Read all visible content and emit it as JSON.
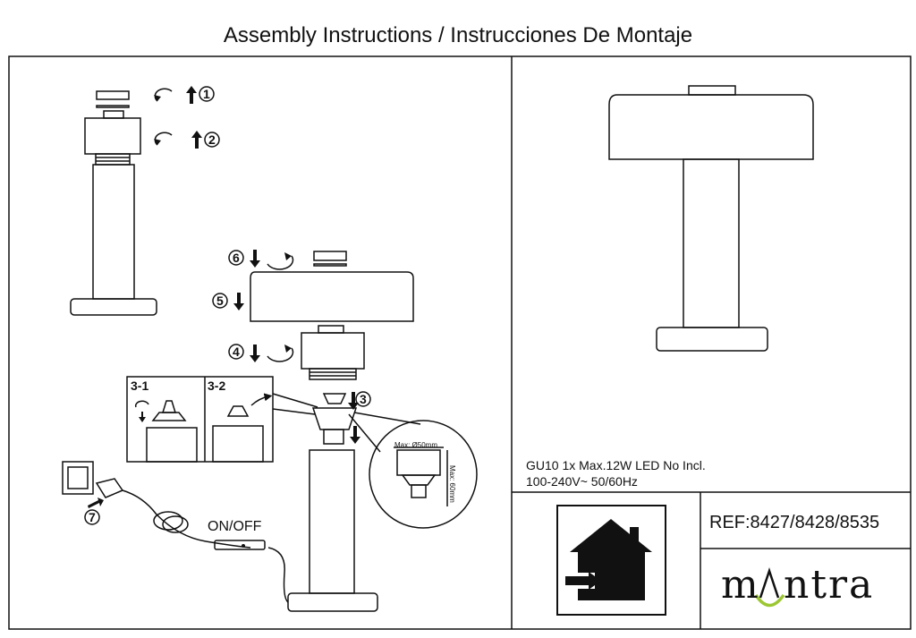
{
  "header": {
    "title": "Assembly Instructions / Instrucciones De Montaje"
  },
  "steps": {
    "s1": "1",
    "s2": "2",
    "s3": "3",
    "s4": "4",
    "s5": "5",
    "s6": "6",
    "s7": "7",
    "s31": "3-1",
    "s32": "3-2"
  },
  "bulb": {
    "diameter": "Max: Ø50mm",
    "height": "Max: 60mm"
  },
  "switch": {
    "label": "ON/OFF"
  },
  "specs": {
    "line1": "GU10 1x Max.12W LED No Incl.",
    "line2": "100-240V~ 50/60Hz"
  },
  "product": {
    "ref": "REF:8427/8428/8535"
  },
  "brand": {
    "name_left": "m",
    "name_right": "ntra"
  },
  "icons": [
    "rotate-icon",
    "arrow-up-icon",
    "arrow-down-icon",
    "indoor-use-icon",
    "wall-socket-icon",
    "plug-icon"
  ]
}
